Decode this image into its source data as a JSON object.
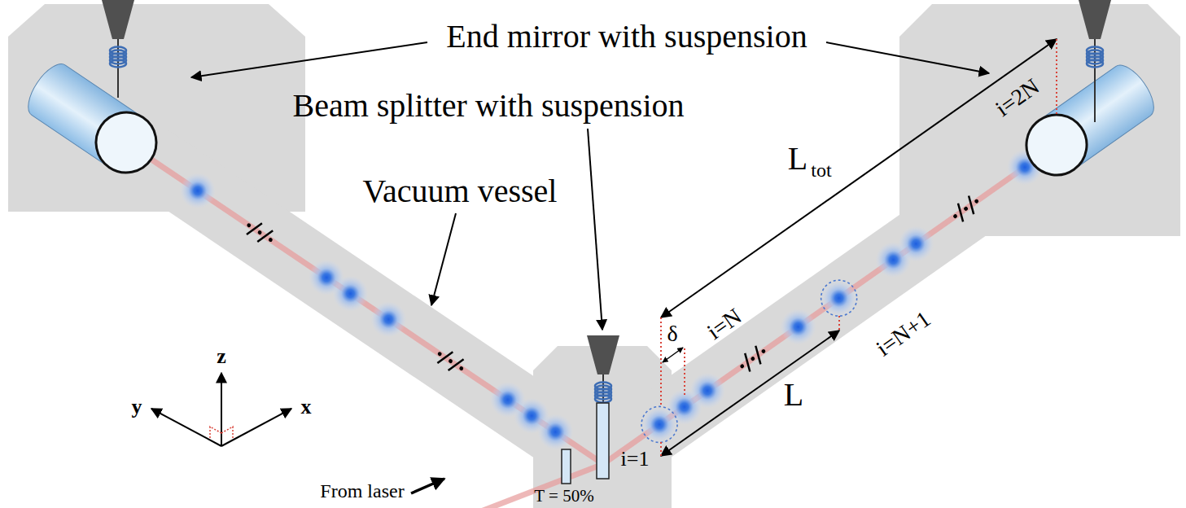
{
  "diagram": {
    "labels": [
      "End mirror with suspension",
      "Beam splitter with suspension",
      "Vacuum vessel",
      "L",
      "tot",
      "i=N",
      "i=2N",
      "i=N+1",
      "i=1",
      "δ",
      "L",
      "From laser",
      "T = 50%",
      "z",
      "y",
      "x"
    ]
  }
}
